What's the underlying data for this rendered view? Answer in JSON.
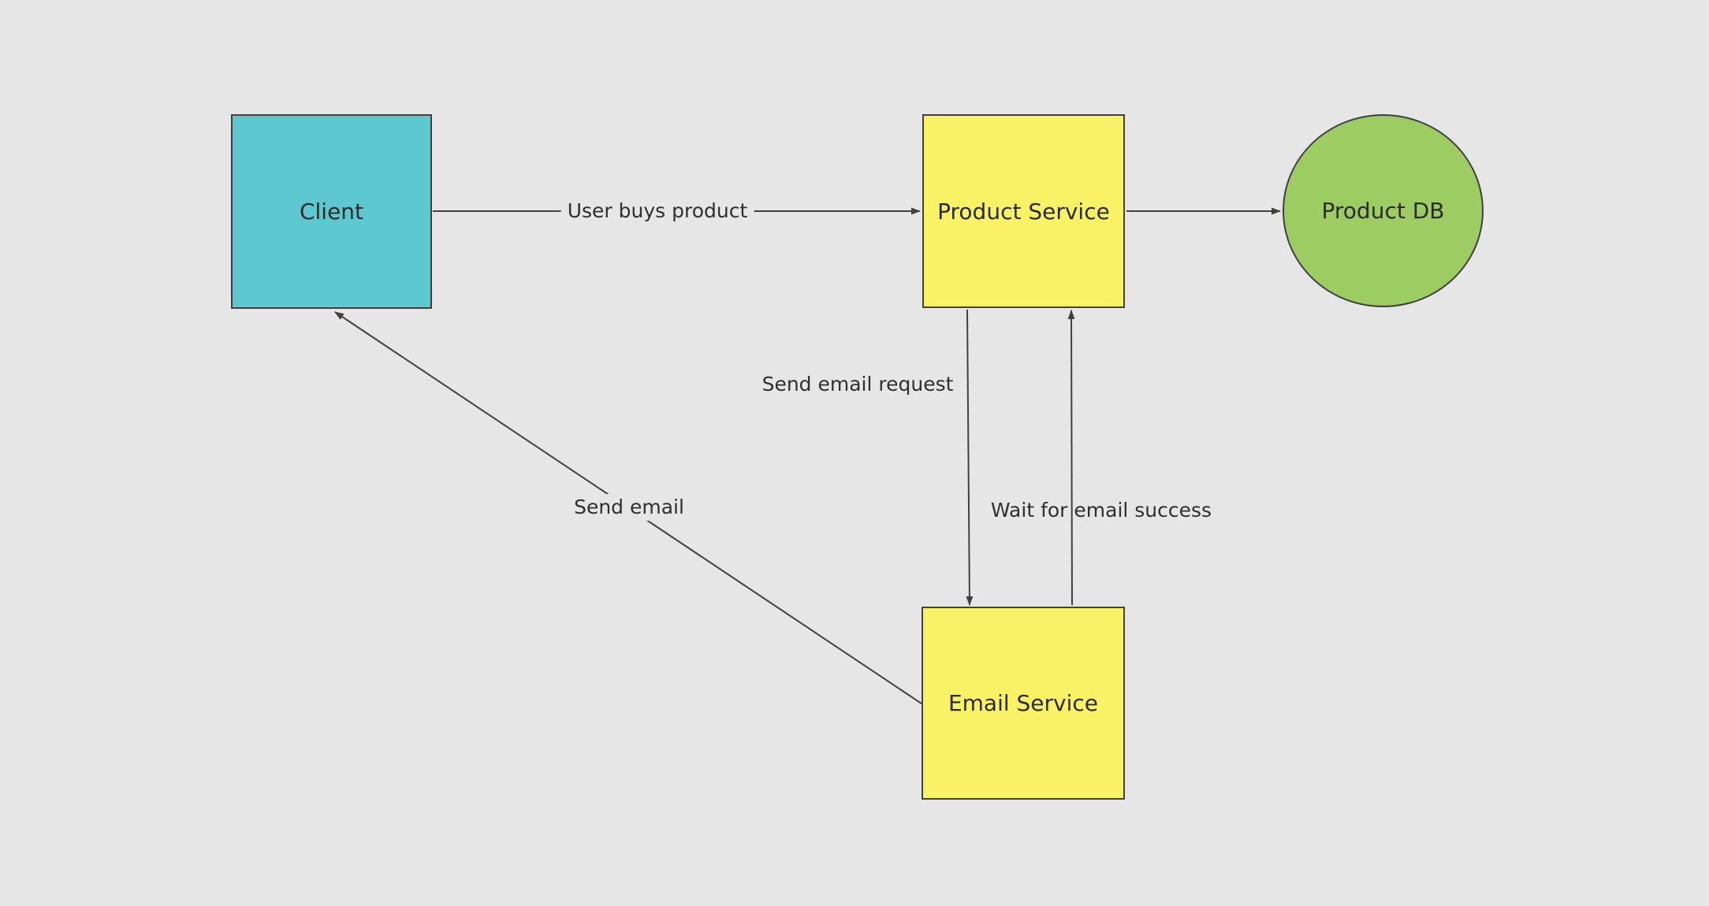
{
  "canvas": {
    "background_color": "#e6e6e6",
    "stroke_color": "#404040",
    "text_color": "#2b2b2b"
  },
  "nodes": [
    {
      "id": "client",
      "label": "Client",
      "shape": "square",
      "fill": "#5ec8d1"
    },
    {
      "id": "product-service",
      "label": "Product Service",
      "shape": "square",
      "fill": "#faf266"
    },
    {
      "id": "product-db",
      "label": "Product DB",
      "shape": "circle",
      "fill": "#9ccc62"
    },
    {
      "id": "email-service",
      "label": "Email Service",
      "shape": "square",
      "fill": "#faf266"
    }
  ],
  "edges": [
    {
      "from": "Client",
      "to": "Product Service",
      "label": "User buys product"
    },
    {
      "from": "Product Service",
      "to": "Product DB",
      "label": ""
    },
    {
      "from": "Product Service",
      "to": "Email Service",
      "label": "Send email request"
    },
    {
      "from": "Email Service",
      "to": "Product Service",
      "label": "Wait for email success"
    },
    {
      "from": "Email Service",
      "to": "Client",
      "label": "Send email"
    }
  ]
}
